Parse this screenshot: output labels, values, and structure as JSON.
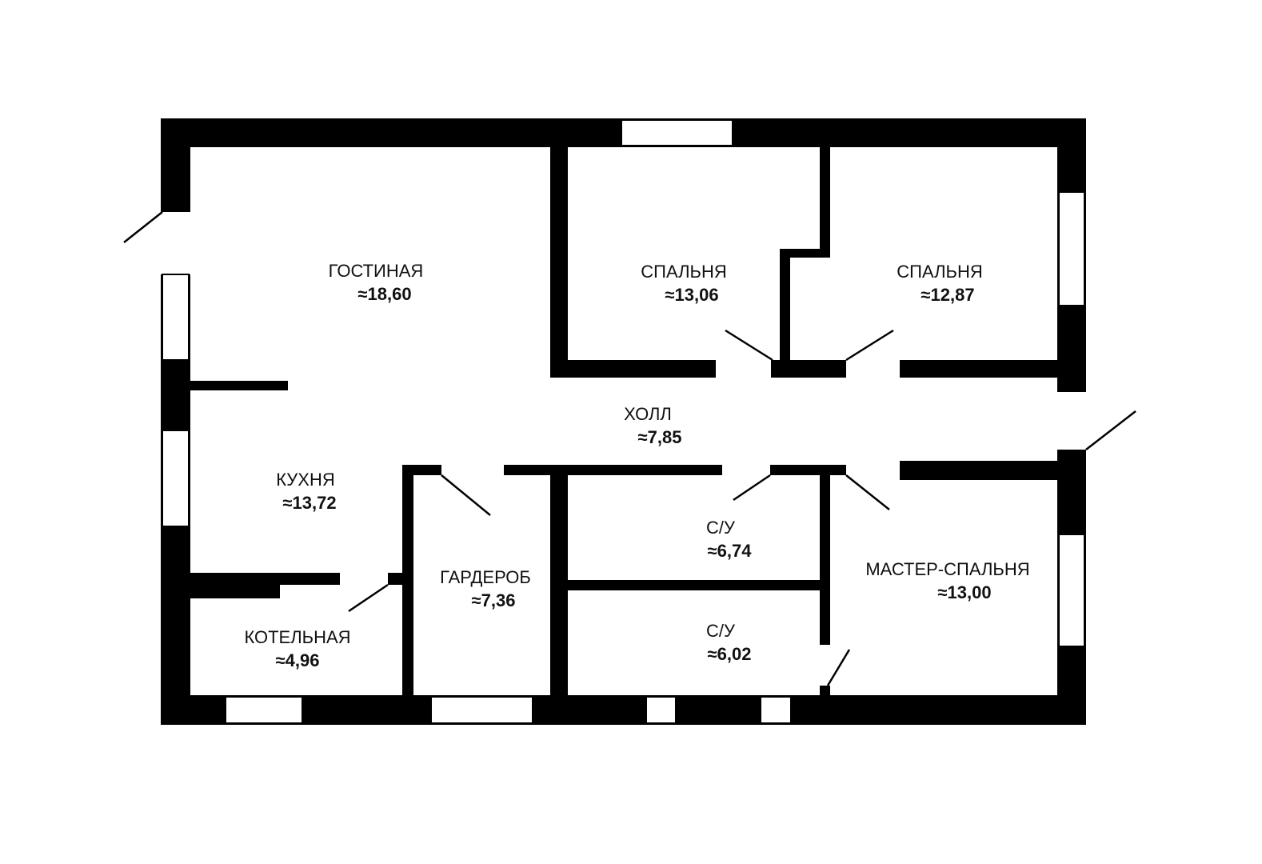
{
  "colors": {
    "wall": "#000000",
    "window": "#ffffff",
    "background": "#ffffff"
  },
  "rooms": [
    {
      "name": "ГОСТИНАЯ",
      "area": "≈18,60"
    },
    {
      "name": "СПАЛЬНЯ",
      "area": "≈13,06"
    },
    {
      "name": "СПАЛЬНЯ",
      "area": "≈12,87"
    },
    {
      "name": "ХОЛЛ",
      "area": "≈7,85"
    },
    {
      "name": "КУХНЯ",
      "area": "≈13,72"
    },
    {
      "name": "ГАРДЕРОБ",
      "area": "≈7,36"
    },
    {
      "name": "С/У",
      "area": "≈6,74"
    },
    {
      "name": "МАСТЕР-СПАЛЬНЯ",
      "area": "≈13,00"
    },
    {
      "name": "С/У",
      "area": "≈6,02"
    },
    {
      "name": "КОТЕЛЬНАЯ",
      "area": "≈4,96"
    }
  ]
}
